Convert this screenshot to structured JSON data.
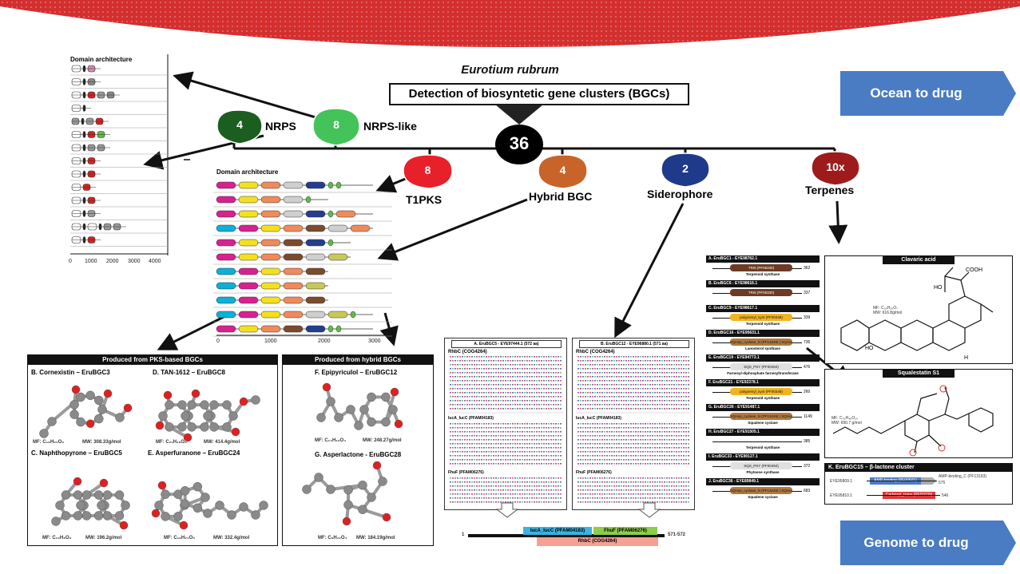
{
  "banner": {
    "title": "Halophilic marine fungus",
    "species": "Eurotium rubrum",
    "color": "#d32f2f"
  },
  "detection_label": "Detection of biosyntetic gene clusters (BGCs)",
  "total_bgcs": "36",
  "clusters": [
    {
      "count": "4",
      "label": "NRPS",
      "color": "#1b5e20"
    },
    {
      "count": "8",
      "label": "NRPS-like",
      "color": "#43c35a"
    },
    {
      "count": "8",
      "label": "T1PKS",
      "color": "#e8202a"
    },
    {
      "count": "4",
      "label": "Hybrid BGC",
      "color": "#c8642a"
    },
    {
      "count": "2",
      "label": "Siderophore",
      "color": "#1f3a8a"
    },
    {
      "count": "10x",
      "label": "Terpenes",
      "color": "#9e1b1b"
    }
  ],
  "ocean_button": "Ocean to drug",
  "genome_button": "Genome to drug",
  "nrps_chart": {
    "title": "Domain architecture",
    "ticks": [
      "0",
      "1000",
      "2000",
      "3000",
      "4000"
    ]
  },
  "pks_chart": {
    "title": "Domain architecture",
    "ticks": [
      "0",
      "1000",
      "2000",
      "3000"
    ]
  },
  "pks_products": {
    "title": "Produced from PKS-based BGCs",
    "items": [
      {
        "name": "B. Cornexistin – EruBGC3",
        "mf": "MF: C₁₈H₂₀O₆",
        "mw": "MW: 308.33g/mol"
      },
      {
        "name": "D. TAN-1612 – EruBGC8",
        "mf": "MF: C₂₁H₁₈O₈",
        "mw": "MW: 414.4g/mol"
      },
      {
        "name": "C. Naphthopyrone – EruBGC5",
        "mf": "MF: C₁₃H₈O₂",
        "mw": "MW: 196.2g/mol"
      },
      {
        "name": "E. Asperfuranone – EruBGC24",
        "mf": "MF: C₁₉H₂₄O₅",
        "mw": "MW: 332.4g/mol"
      }
    ]
  },
  "hybrid_products": {
    "title": "Produced from hybrid BGCs",
    "items": [
      {
        "name": "F. Epipyriculol – EruBGC12",
        "mf": "MF: C₁₄H₁₆O₄",
        "mw": "MW: 248.27g/mol"
      },
      {
        "name": "G. Asperlactone - EruBGC28",
        "mf": "MF: C₉H₁₂O₄",
        "mw": "MW: 184.19g/mol"
      }
    ]
  },
  "alignments": [
    {
      "title": "A. EruBGC5 - EYE97444.1 (572 aa)",
      "sec1": "RhbC (COG4264)",
      "sec2": "IucA_IucC (PFAM04183)",
      "sec3": "FhuF (PFAM06276)"
    },
    {
      "title": "B. EruBGC12 - EYE96880.1 (571 aa)",
      "sec1": "RhbC (COG4264)",
      "sec2": "IucA_IucC (PFAM04183)",
      "sec3": "FhuF (PFAM06276)"
    }
  ],
  "domain_map": {
    "start": "1",
    "end": "571-572",
    "iuc": "IucA_IucC (PFAM04183)",
    "fhuf": "FhuF (PFAM06276)",
    "rhbc": "RhbC (COG4264)"
  },
  "terpene_genes": [
    {
      "id": "A. EruBGC1 - EYE98762.1",
      "dom": "TRI5 (PF06330)",
      "len": "362",
      "fn": "Terpenoid synthase"
    },
    {
      "id": "B. EruBGC6 - EYE98616.1",
      "dom": "TRI5 (PF06330)",
      "len": "337",
      "fn": ""
    },
    {
      "id": "C. EruBGC9 - EYE98617.1",
      "dom": "polyprenyl_synt (PF00348)",
      "len": "339",
      "fn": "Terpenoid synthase"
    },
    {
      "id": "D. EruBGC16 - EYE95631.1",
      "dom": "SQHop_cyclase_N (PF13249) | SQHop_cyclase_C (PF13243)",
      "len": "735",
      "fn": "Lanosterol synthase"
    },
    {
      "id": "E. EruBGC19 - EYE94773.1",
      "dom": "SQS_PSY (PF00494)",
      "len": "476",
      "fn": "Farnesyl-diphosphate farnesyltransferase"
    },
    {
      "id": "F. EruBGC21 - EYE92378.1",
      "dom": "polyprenyl_synt (PF00348)",
      "len": "260",
      "fn": "Terpenoid synthase"
    },
    {
      "id": "G. EruBGC26 - EYE91487.1",
      "dom": "SQHop_cyclase_N (PF13249) | SQHop_cyclase_C (PF13243)",
      "len": "1149",
      "fn": "Squalene cyclase"
    },
    {
      "id": "H. EruBGC27 - EYE91505.1",
      "dom": "",
      "len": "385",
      "fn": "Terpenoid synthase"
    },
    {
      "id": "I. EruBGC33 - EYE90127.1",
      "dom": "SQS_PSY (PF00494)",
      "len": "372",
      "fn": "Phytoene synthase"
    },
    {
      "id": "J. EruBGC36 - EYE89849.1",
      "dom": "SQHop_cyclase_N (PF13249) | SQHop_cyclase_C (PF13243)",
      "len": "683",
      "fn": "Squalene cyclase"
    }
  ],
  "terpene_products": [
    {
      "name": "Clavaric acid",
      "mf": "MF: C₃₆H₅₆O₇",
      "mw": "MW: 616.8g/mol",
      "cooh": "COOH",
      "ho": "HO",
      "h": "H"
    },
    {
      "name": "Squalestatin S1",
      "mf": "MF: C₃₅H₄₈O₁₄",
      "mw": "MW: 690.7 g/mol"
    }
  ],
  "beta_lactone": {
    "title": "K. EruBGC15 – β-lactone cluster",
    "gene1": "EYE95809.1",
    "dom1": "AMP-binding (PF00501)",
    "dom1b": "AMP-binding_C (PF13193)",
    "len1": "575",
    "gene2": "EYE95810.1",
    "dom2": "Carboxyl_trans (PF01039)",
    "len2": "546"
  }
}
